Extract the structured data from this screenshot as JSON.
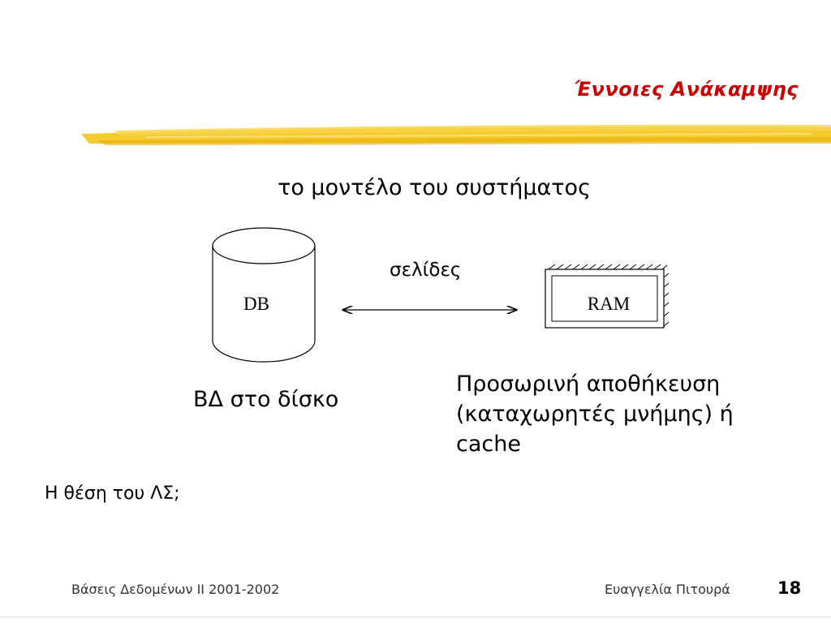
{
  "slide": {
    "title": "Έννοιες Ανάκαμψης",
    "subtitle": "το μοντέλο του συστήματος"
  },
  "diagram": {
    "db_label": "DB",
    "ram_label": "RAM",
    "arrow_label": "σελίδες",
    "db_caption": "ΒΔ στο δίσκο",
    "cache_caption_lines": [
      "Προσωρινή αποθήκευση",
      "(καταχωρητές μνήμης) ή",
      "cache"
    ]
  },
  "body": {
    "question": "Η θέση του ΛΣ;"
  },
  "footer": {
    "course": "Βάσεις Δεδομένων ΙΙ 2001-2002",
    "author": "Ευαγγελία  Πιτουρά",
    "page": "18"
  },
  "colors": {
    "title": "#cc0000",
    "highlight_bar": "#f5c518"
  }
}
